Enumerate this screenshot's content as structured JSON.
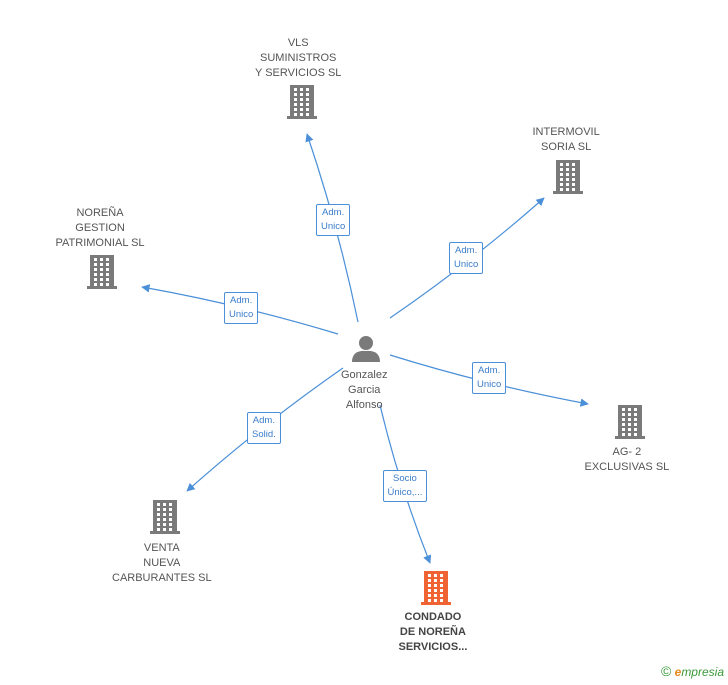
{
  "colors": {
    "edge": "#4a8fd8",
    "building": "#7a7a7a",
    "building_focus": "#f06434",
    "person": "#7a7a7a"
  },
  "center": {
    "icon": "person-icon",
    "lines": [
      "Gonzalez",
      "Garcia",
      "Alfonso"
    ]
  },
  "nodes": [
    {
      "id": "vls",
      "icon": "building-icon",
      "lines": [
        "VLS",
        "SUMINISTROS",
        "Y SERVICIOS SL"
      ]
    },
    {
      "id": "intermovil",
      "icon": "building-icon",
      "lines": [
        "INTERMOVIL",
        "SORIA SL"
      ]
    },
    {
      "id": "norena",
      "icon": "building-icon",
      "lines": [
        "NOREÑA",
        "GESTION",
        "PATRIMONIAL SL"
      ]
    },
    {
      "id": "ag2",
      "icon": "building-icon",
      "lines": [
        "AG- 2",
        "EXCLUSIVAS SL"
      ]
    },
    {
      "id": "venta",
      "icon": "building-icon",
      "lines": [
        "VENTA",
        "NUEVA",
        "CARBURANTES SL"
      ]
    },
    {
      "id": "condado",
      "icon": "building-icon",
      "focus": true,
      "lines": [
        "CONDADO",
        "DE NOREÑA",
        "SERVICIOS..."
      ]
    }
  ],
  "edges": [
    {
      "to": "vls",
      "lines": [
        "Adm.",
        "Unico"
      ]
    },
    {
      "to": "intermovil",
      "lines": [
        "Adm.",
        "Unico"
      ]
    },
    {
      "to": "norena",
      "lines": [
        "Adm.",
        "Unico"
      ]
    },
    {
      "to": "ag2",
      "lines": [
        "Adm.",
        "Unico"
      ]
    },
    {
      "to": "venta",
      "lines": [
        "Adm.",
        "Solid."
      ]
    },
    {
      "to": "condado",
      "lines": [
        "Socio",
        "Único,..."
      ]
    }
  ],
  "brand": {
    "copyright": "©",
    "e": "e",
    "rest": "mpresia"
  }
}
